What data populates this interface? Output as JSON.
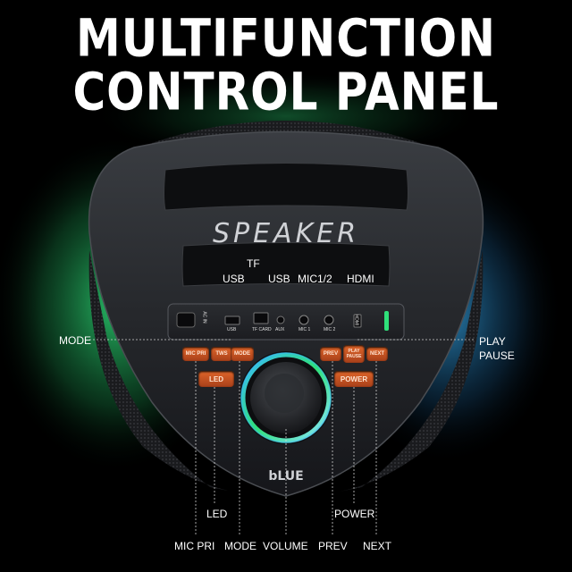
{
  "headline": {
    "line1": "MULTIFUNCTION",
    "line2": "CONTROL PANEL"
  },
  "brand": "SPEAKER",
  "logo_text": "bLUE",
  "top_labels": {
    "tf": "TF",
    "usb1": "USB",
    "usb2": "USB",
    "mic": "MIC1/2",
    "hdmi": "HDMI"
  },
  "side_labels": {
    "mode": "MODE",
    "play_pause": "PLAY\nPAUSE"
  },
  "bottom_labels": {
    "led": "LED",
    "power": "POWER",
    "mic_pri": "MIC PRI",
    "mode": "MODE",
    "volume": "VOLUME",
    "prev": "PREV",
    "next": "NEXT"
  },
  "panel_labels": {
    "ac": "AC IN",
    "usb": "USB",
    "tf_card": "TF CARD",
    "aux": "AUX",
    "mic1": "MIC 1",
    "mic2": "MIC 2",
    "hdmi": "HDMI"
  },
  "buttons": {
    "mic_pri": "MIC PRI",
    "tws": "TWS",
    "mode": "MODE",
    "prev": "PREV",
    "play_pause": "PLAY PAUSE",
    "next": "NEXT",
    "led": "LED",
    "power": "POWER"
  },
  "colors": {
    "accent_orange": "#d9582a",
    "glow_green": "#2fe07a",
    "glow_cyan": "#3ab8ff"
  }
}
